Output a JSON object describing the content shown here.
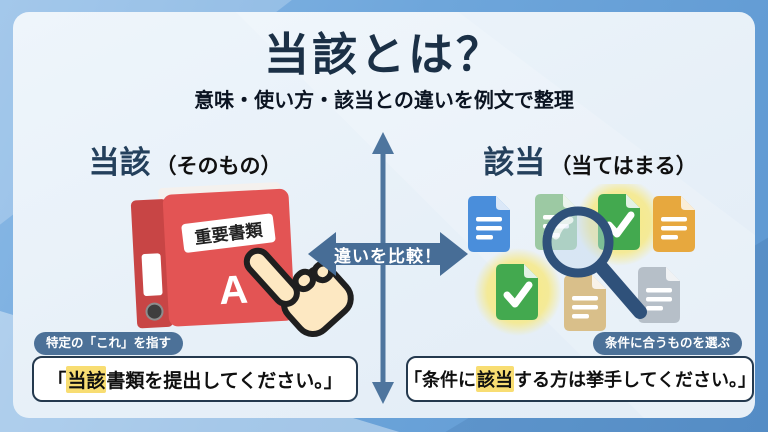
{
  "title": "当該とは？",
  "subtitle": "意味・使い方・該当との違いを例文で整理",
  "compare_badge": "違いを比較！",
  "left": {
    "term": "当該",
    "reading": "（そのもの）",
    "binder": {
      "label": "重要書類",
      "letter": "A"
    },
    "tag": "特定の「これ」を指す",
    "example_pre": "「",
    "example_highlight": "当該",
    "example_post": "書類を提出してください。」"
  },
  "right": {
    "term": "該当",
    "reading": "（当てはまる）",
    "tag": "条件に合うものを選ぶ",
    "example_pre": "「条件に",
    "example_highlight": "該当",
    "example_post": "する方は挙手してください。」",
    "documents": [
      "blue-document",
      "light-green-document",
      "green-check-document",
      "orange-document",
      "green-check-document",
      "tan-document",
      "gray-document"
    ]
  },
  "colors": {
    "frame_blue": "#6ea6db",
    "panel": "#e9f1f9",
    "title_navy": "#1b3046",
    "steel_blue": "#4c7198",
    "binder_red": "#e25454",
    "highlight_yellow": "#f8dd72",
    "check_green": "#43a94f",
    "doc_blue": "#4a8edb",
    "doc_light_green": "#9cc9a3",
    "doc_orange": "#e7a83e",
    "doc_tan": "#d9bf8a",
    "doc_gray": "#b6bfc8",
    "glow_yellow": "#f8e878",
    "magnifier_navy": "#2f517a"
  }
}
